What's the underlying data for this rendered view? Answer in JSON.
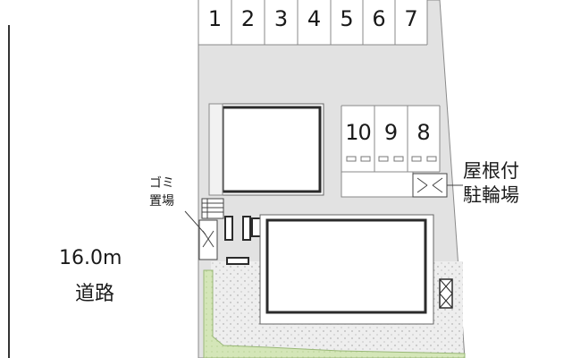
{
  "road": {
    "width": "16.0m",
    "name": "道路"
  },
  "parking_top": {
    "numbers": [
      "1",
      "2",
      "3",
      "4",
      "5",
      "6",
      "7"
    ]
  },
  "parking_side": {
    "numbers": [
      "10",
      "9",
      "8"
    ]
  },
  "bicycle_parking": {
    "line1": "屋根付",
    "line2": "駐輪場"
  },
  "garbage_area": {
    "line1": "ゴミ",
    "line2": "置場"
  },
  "colors": {
    "lot_fill": "#e0e0e0",
    "building_line": "#2b2b2b",
    "gravel_fill": "#ececec",
    "planting_fill": "#d7e8bd",
    "outline": "#555555"
  }
}
